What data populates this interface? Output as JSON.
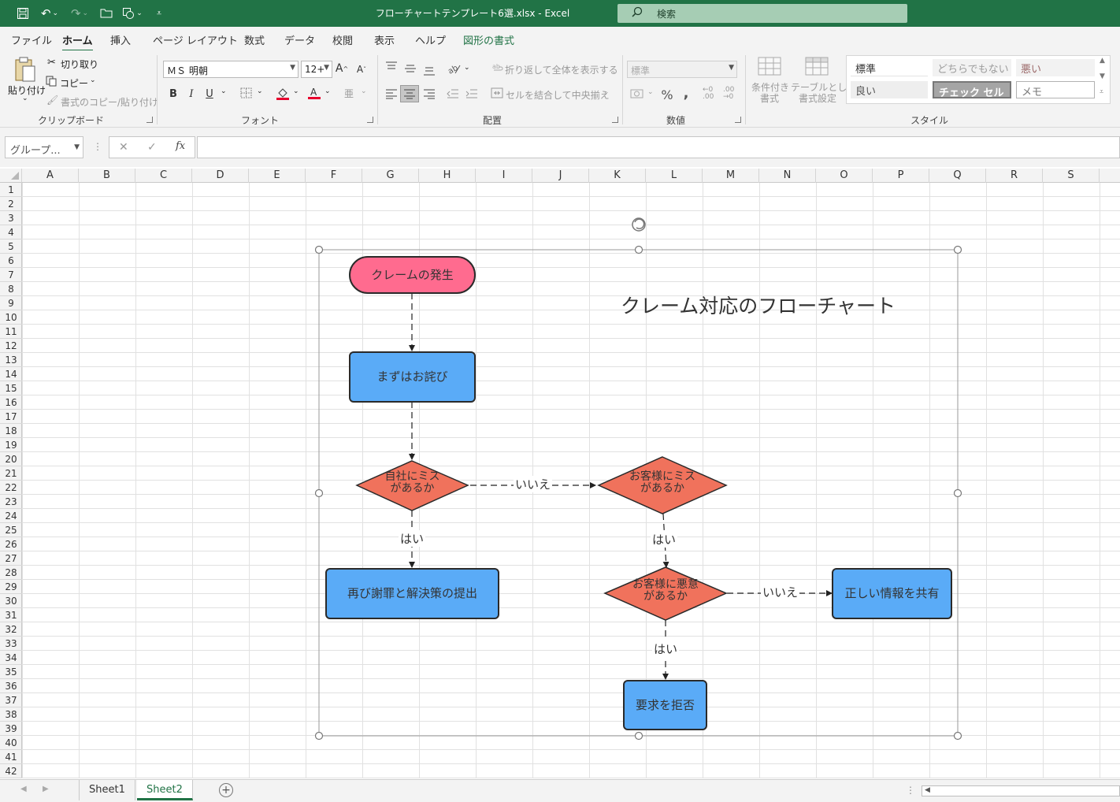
{
  "app": {
    "title": "フローチャートテンプレート6選.xlsx  -  Excel",
    "search_placeholder": "検索"
  },
  "quick_access": {
    "save_icon": "save-icon",
    "undo_icon": "undo-icon",
    "redo_icon": "redo-icon",
    "open_icon": "folder-open-icon",
    "shapes_icon": "shapes-icon",
    "customize_icon": "customize-qat-icon"
  },
  "menu_tabs": [
    {
      "label": "ファイル",
      "active": false
    },
    {
      "label": "ホーム",
      "active": true
    },
    {
      "label": "挿入",
      "active": false
    },
    {
      "label": "ページ レイアウト",
      "active": false
    },
    {
      "label": "数式",
      "active": false
    },
    {
      "label": "データ",
      "active": false
    },
    {
      "label": "校閲",
      "active": false
    },
    {
      "label": "表示",
      "active": false
    },
    {
      "label": "ヘルプ",
      "active": false
    },
    {
      "label": "図形の書式",
      "active": false,
      "contextual": true
    }
  ],
  "ribbon": {
    "clipboard": {
      "label": "クリップボード",
      "paste": "貼り付け",
      "cut": "切り取り",
      "copy": "コピー",
      "format_painter": "書式のコピー/貼り付け"
    },
    "font": {
      "label": "フォント",
      "font_name": "ＭＳ 明朝",
      "font_size": "12+",
      "bold": "B",
      "italic": "I",
      "underline": "U",
      "grow": "A",
      "shrink": "A"
    },
    "alignment": {
      "label": "配置",
      "wrap_text": "折り返して全体を表示する",
      "merge_center": "セルを結合して中央揃え"
    },
    "number": {
      "label": "数値",
      "format": "標準",
      "percent": "%",
      "comma": ","
    },
    "styles": {
      "label": "スタイル",
      "conditional": "条件付き書式",
      "conditional_line1": "条件付き",
      "conditional_line2": "書式",
      "table_line1": "テーブルとして",
      "table_line2": "書式設定",
      "cells": [
        {
          "label": "標準",
          "bg": "#ffffff",
          "fg": "#333333"
        },
        {
          "label": "どちらでもない",
          "bg": "#f2f2f2",
          "fg": "#9c9c9c"
        },
        {
          "label": "悪い",
          "bg": "#f2f2f2",
          "fg": "#9c6a6a"
        },
        {
          "label": "良い",
          "bg": "#eeeeee",
          "fg": "#555555"
        },
        {
          "label": "チェック セル",
          "bg": "#a5a5a5",
          "fg": "#ffffff"
        },
        {
          "label": "メモ",
          "bg": "#ffffff",
          "fg": "#777777"
        }
      ]
    }
  },
  "formula_bar": {
    "name_box": "グループ...",
    "cancel": "✕",
    "enter": "✓",
    "fx": "fx",
    "value": ""
  },
  "columns": [
    "A",
    "B",
    "C",
    "D",
    "E",
    "F",
    "G",
    "H",
    "I",
    "J",
    "K",
    "L",
    "M",
    "N",
    "O",
    "P",
    "Q",
    "R",
    "S"
  ],
  "rows": [
    "1",
    "2",
    "3",
    "4",
    "5",
    "6",
    "7",
    "8",
    "9",
    "10",
    "11",
    "12",
    "13",
    "14",
    "15",
    "16",
    "17",
    "18",
    "19",
    "20",
    "21",
    "22",
    "23",
    "24",
    "25",
    "26",
    "27",
    "28",
    "29",
    "30",
    "31",
    "32",
    "33",
    "34",
    "35",
    "36",
    "37",
    "38",
    "39",
    "40",
    "41",
    "42"
  ],
  "flowchart": {
    "title": "クレーム対応のフローチャート",
    "colors": {
      "start": "#ff6b8f",
      "process": "#5aabf7",
      "decision": "#f0725c",
      "stroke": "#2a2a2a"
    },
    "nodes": {
      "start": "クレームの発生",
      "apology": "まずはお詫び",
      "our_mistake_l1": "自社にミス",
      "our_mistake_l2": "があるか",
      "customer_mistake_l1": "お客様にミス",
      "customer_mistake_l2": "があるか",
      "reapology": "再び謝罪と解決策の提出",
      "malice_l1": "お客様に悪意",
      "malice_l2": "があるか",
      "share_info": "正しい情報を共有",
      "refuse": "要求を拒否"
    },
    "edge_labels": {
      "no1": "いいえ",
      "yes1": "はい",
      "yes2": "はい",
      "no2": "いいえ",
      "yes3": "はい"
    }
  },
  "sheets": [
    {
      "label": "Sheet1",
      "active": false
    },
    {
      "label": "Sheet2",
      "active": true
    }
  ]
}
